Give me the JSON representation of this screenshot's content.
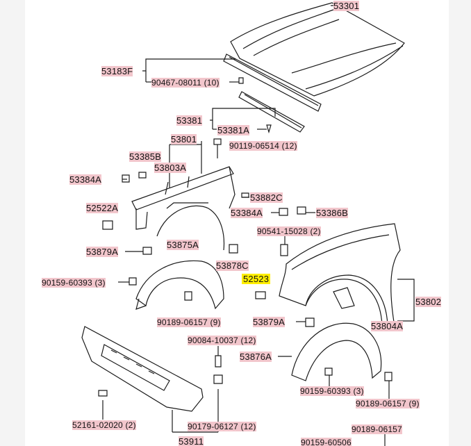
{
  "labels": {
    "53301": "53301",
    "53183F": "53183F",
    "90467_08011": "90467-08011 (10)",
    "53381": "53381",
    "53381A": "53381A",
    "53801": "53801",
    "90119_06514": "90119-06514 (12)",
    "53385B": "53385B",
    "53803A": "53803A",
    "53384A_left": "53384A",
    "53882C": "53882C",
    "52522A": "52522A",
    "53384A_right": "53384A",
    "53386B": "53386B",
    "90541_15028": "90541-15028 (2)",
    "53879A_top": "53879A",
    "53875A": "53875A",
    "53878C": "53878C",
    "90159_60393_left": "90159-60393 (3)",
    "52523": "52523",
    "53802": "53802",
    "90189_06157_left": "90189-06157 (9)",
    "53879A_bottom": "53879A",
    "53804A": "53804A",
    "90084_10037": "90084-10037 (12)",
    "53876A": "53876A",
    "90159_60393_right": "90159-60393 (3)",
    "90189_06157_right": "90189-06157 (9)",
    "52161_02020": "52161-02020 (2)",
    "90179_06127": "90179-06127 (12)",
    "90189_06157_bottom": "90189-06157",
    "53911": "53911",
    "90159_60506": "90159-60506"
  },
  "colors": {
    "highlight": "#f2c6cc",
    "selected": "#ffee00",
    "line": "#1a1a1a"
  }
}
